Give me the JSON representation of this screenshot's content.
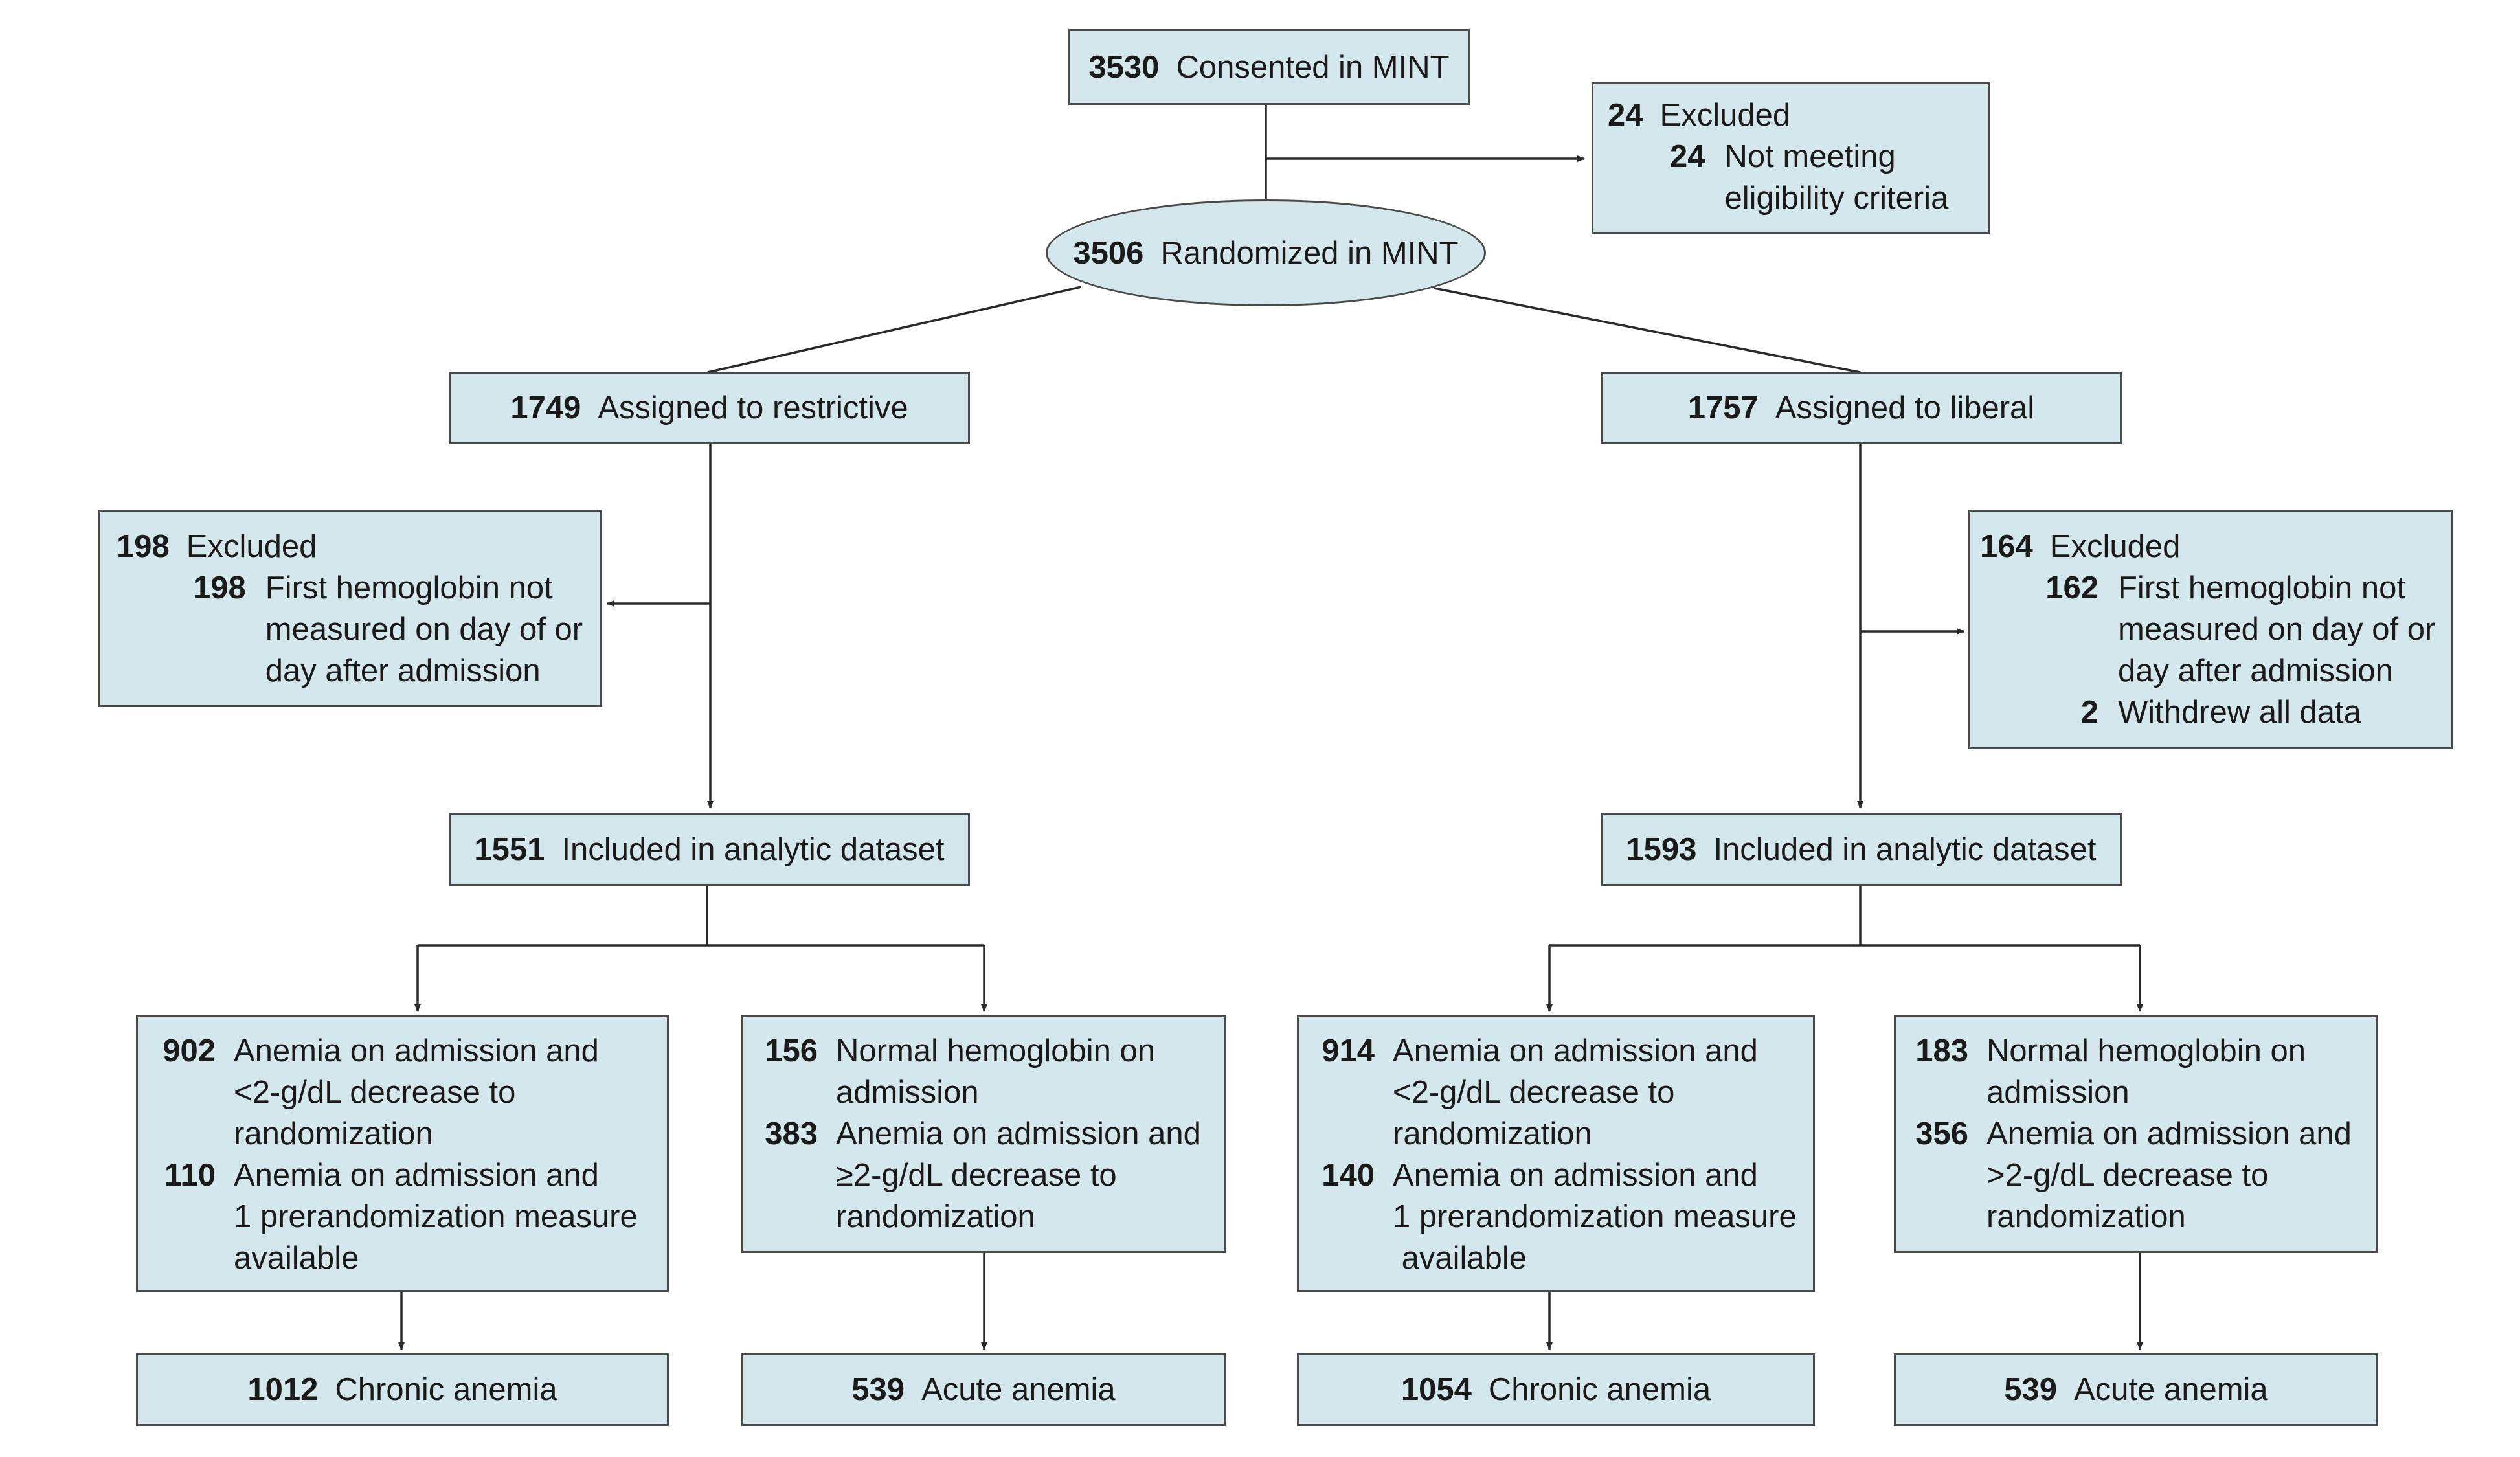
{
  "accent_fill": "#d4e7ec",
  "border_color": "#4a4a4a",
  "consented": {
    "n": "3530",
    "label": "Consented in MINT"
  },
  "excluded_top": {
    "n": "24",
    "label": "Excluded",
    "items": [
      {
        "n": "24",
        "lines": [
          "Not meeting",
          "eligibility criteria"
        ]
      }
    ]
  },
  "randomized": {
    "n": "3506",
    "label": "Randomized in MINT"
  },
  "restrictive": {
    "assigned": {
      "n": "1749",
      "label": "Assigned to restrictive"
    },
    "excluded": {
      "n": "198",
      "label": "Excluded",
      "items": [
        {
          "n": "198",
          "lines": [
            "First hemoglobin not",
            "measured on day of or",
            "day after admission"
          ]
        }
      ]
    },
    "analytic": {
      "n": "1551",
      "label": "Included in analytic dataset"
    },
    "chronic_detail": {
      "items": [
        {
          "n": "902",
          "lines": [
            "Anemia on admission and",
            "<2-g/dL decrease to",
            "randomization"
          ]
        },
        {
          "n": "110",
          "lines": [
            "Anemia on admission and",
            "1 prerandomization measure",
            "available"
          ]
        }
      ]
    },
    "acute_detail": {
      "items": [
        {
          "n": "156",
          "lines": [
            "Normal hemoglobin on",
            "admission"
          ]
        },
        {
          "n": "383",
          "lines": [
            "Anemia on admission and",
            "≥2-g/dL decrease to",
            "randomization"
          ]
        }
      ]
    },
    "chronic_total": {
      "n": "1012",
      "label": "Chronic anemia"
    },
    "acute_total": {
      "n": "539",
      "label": "Acute anemia"
    }
  },
  "liberal": {
    "assigned": {
      "n": "1757",
      "label": "Assigned to liberal"
    },
    "excluded": {
      "n": "164",
      "label": "Excluded",
      "items": [
        {
          "n": "162",
          "lines": [
            "First hemoglobin not",
            "measured on day of or",
            "day after admission"
          ]
        },
        {
          "n": "2",
          "lines": [
            "Withdrew all data"
          ]
        }
      ]
    },
    "analytic": {
      "n": "1593",
      "label": "Included in analytic dataset"
    },
    "chronic_detail": {
      "items": [
        {
          "n": "914",
          "lines": [
            "Anemia on admission and",
            "<2-g/dL decrease to",
            "randomization"
          ]
        },
        {
          "n": "140",
          "lines": [
            "Anemia on admission and",
            "1 prerandomization measure",
            " available"
          ]
        }
      ]
    },
    "acute_detail": {
      "items": [
        {
          "n": "183",
          "lines": [
            "Normal hemoglobin on",
            "admission"
          ]
        },
        {
          "n": "356",
          "lines": [
            "Anemia on admission and",
            ">2-g/dL decrease to",
            "randomization"
          ]
        }
      ]
    },
    "chronic_total": {
      "n": "1054",
      "label": "Chronic anemia"
    },
    "acute_total": {
      "n": "539",
      "label": "Acute anemia"
    }
  }
}
